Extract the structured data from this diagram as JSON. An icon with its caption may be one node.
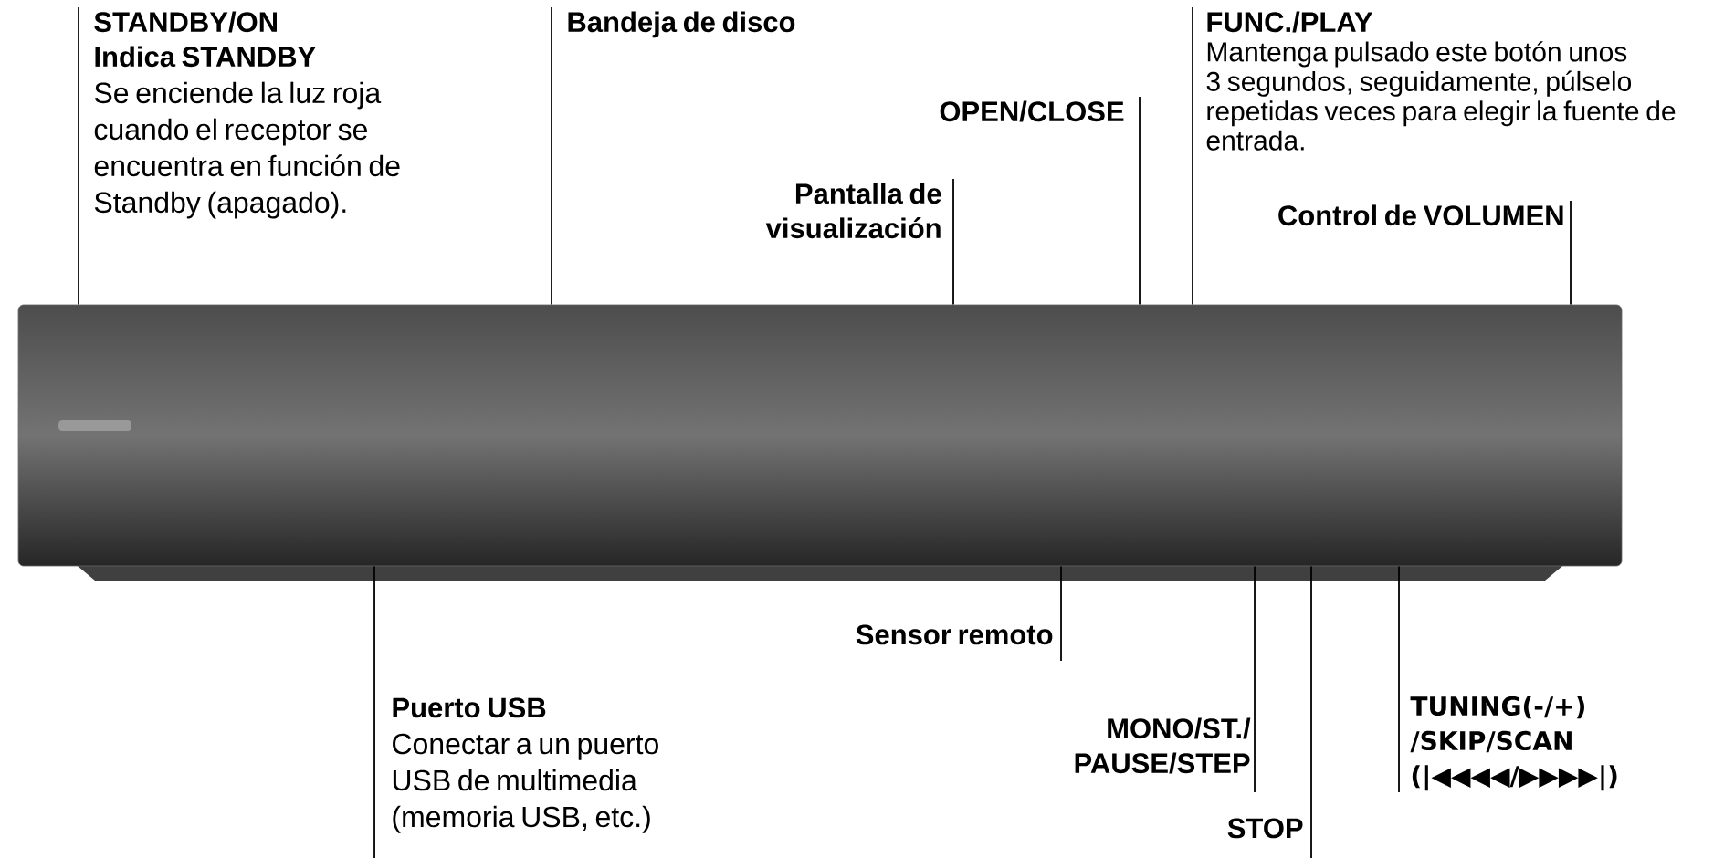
{
  "diagram": {
    "nodes": [
      {
        "text": [],
        "shape": "picture"
      },
      {
        "text": [
          "STANDBY/ON",
          "Indica STANDBY",
          "Se enciende la luz roja cuando el receptor se encuentra en función de Standby (apagado)."
        ]
      },
      {
        "text": [
          "Bandeja de disco"
        ]
      },
      {
        "text": [
          "OPEN/CLOSE"
        ]
      },
      {
        "text": [
          "Pantalla de visualización"
        ]
      },
      {
        "text": [
          "FUNC./PLAY",
          "Mantenga pulsado este botón unos 3 segundos, seguidamente, púlselo repetidas veces para elegir la fuente de entrada."
        ]
      },
      {
        "text": [
          "Control de VOLUMEN"
        ]
      },
      {
        "text": [
          "Sensor remoto"
        ]
      },
      {
        "text": [
          "Puerto USB",
          "Conectar a un puerto USB de multimedia (memoria USB, etc.)"
        ]
      },
      {
        "text": [
          "MONO/ST./ PAUSE/STEP"
        ]
      },
      {
        "text": [
          "STOP"
        ]
      },
      {
        "text": [
          "TUNING(-/+) /SKIP/SCAN (|◀◀◀◀/▶▶▶▶|)"
        ]
      }
    ],
    "edges": [
      {
        "from": 1,
        "to": 0,
        "arrow": "none"
      },
      {
        "from": 2,
        "to": 0,
        "arrow": "none"
      },
      {
        "from": 3,
        "to": 0,
        "arrow": "none"
      },
      {
        "from": 4,
        "to": 0,
        "arrow": "none"
      },
      {
        "from": 5,
        "to": 0,
        "arrow": "none"
      },
      {
        "from": 6,
        "to": 0,
        "arrow": "none"
      },
      {
        "from": 7,
        "to": 0,
        "arrow": "none"
      },
      {
        "from": 8,
        "to": 0,
        "arrow": "none"
      },
      {
        "from": 9,
        "to": 0,
        "arrow": "none"
      },
      {
        "from": 10,
        "to": 0,
        "arrow": "none"
      },
      {
        "from": 11,
        "to": 0,
        "arrow": "none"
      }
    ]
  }
}
